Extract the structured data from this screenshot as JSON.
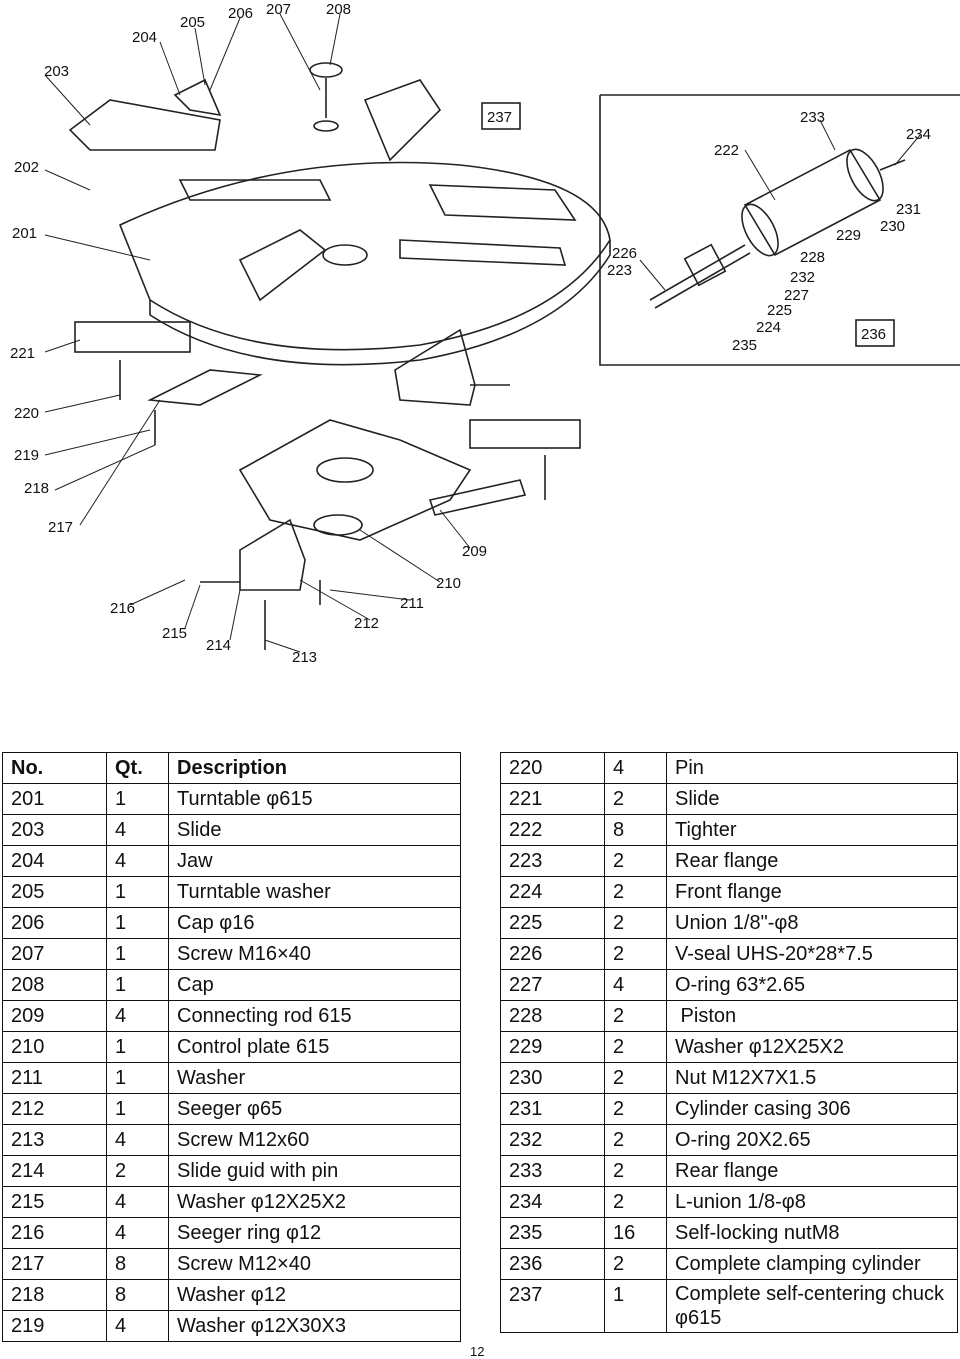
{
  "diagram": {
    "callouts": [
      "201",
      "202",
      "203",
      "204",
      "205",
      "206",
      "207",
      "208",
      "209",
      "210",
      "211",
      "212",
      "213",
      "214",
      "215",
      "216",
      "217",
      "218",
      "219",
      "220",
      "221",
      "222",
      "223",
      "224",
      "225",
      "226",
      "227",
      "228",
      "229",
      "230",
      "231",
      "232",
      "233",
      "234",
      "235"
    ],
    "boxed_labels": [
      "237",
      "236"
    ]
  },
  "table_left": {
    "headers": [
      "No.",
      "Qt.",
      "Description"
    ],
    "rows": [
      [
        "201",
        "1",
        "Turntable φ615"
      ],
      [
        "203",
        "4",
        "Slide"
      ],
      [
        "204",
        "4",
        "Jaw"
      ],
      [
        "205",
        "1",
        "Turntable washer"
      ],
      [
        "206",
        "1",
        "Cap φ16"
      ],
      [
        "207",
        "1",
        "Screw M16×40"
      ],
      [
        "208",
        "1",
        "Cap"
      ],
      [
        "209",
        "4",
        "Connecting rod 615"
      ],
      [
        "210",
        "1",
        "Control plate 615"
      ],
      [
        "211",
        "1",
        "Washer"
      ],
      [
        "212",
        "1",
        "Seeger φ65"
      ],
      [
        "213",
        "4",
        "Screw M12x60"
      ],
      [
        "214",
        "2",
        "Slide guid with pin"
      ],
      [
        "215",
        "4",
        "Washer φ12X25X2"
      ],
      [
        "216",
        "4",
        "Seeger ring φ12"
      ],
      [
        "217",
        "8",
        "Screw M12×40"
      ],
      [
        "218",
        "8",
        "Washer φ12"
      ],
      [
        "219",
        "4",
        "Washer φ12X30X3"
      ]
    ]
  },
  "table_right": {
    "rows": [
      [
        "220",
        "4",
        "Pin"
      ],
      [
        "221",
        "2",
        "Slide"
      ],
      [
        "222",
        "8",
        "Tighter"
      ],
      [
        "223",
        "2",
        "Rear flange"
      ],
      [
        "224",
        "2",
        "Front flange"
      ],
      [
        "225",
        "2",
        "Union 1/8\"-φ8"
      ],
      [
        "226",
        "2",
        "V-seal UHS-20*28*7.5"
      ],
      [
        "227",
        "4",
        "O-ring 63*2.65"
      ],
      [
        "228",
        "2",
        " Piston"
      ],
      [
        "229",
        "2",
        "Washer φ12X25X2"
      ],
      [
        "230",
        "2",
        "Nut M12X7X1.5"
      ],
      [
        "231",
        "2",
        "Cylinder casing 306"
      ],
      [
        "232",
        "2",
        "O-ring 20X2.65"
      ],
      [
        "233",
        "2",
        "Rear flange"
      ],
      [
        "234",
        "2",
        "L-union 1/8-φ8"
      ],
      [
        "235",
        "16",
        "Self-locking nutM8"
      ],
      [
        "236",
        "2",
        "Complete clamping cylinder"
      ],
      [
        "237",
        "1",
        "Complete self-centering chuck φ615"
      ]
    ]
  },
  "page_number": "12"
}
